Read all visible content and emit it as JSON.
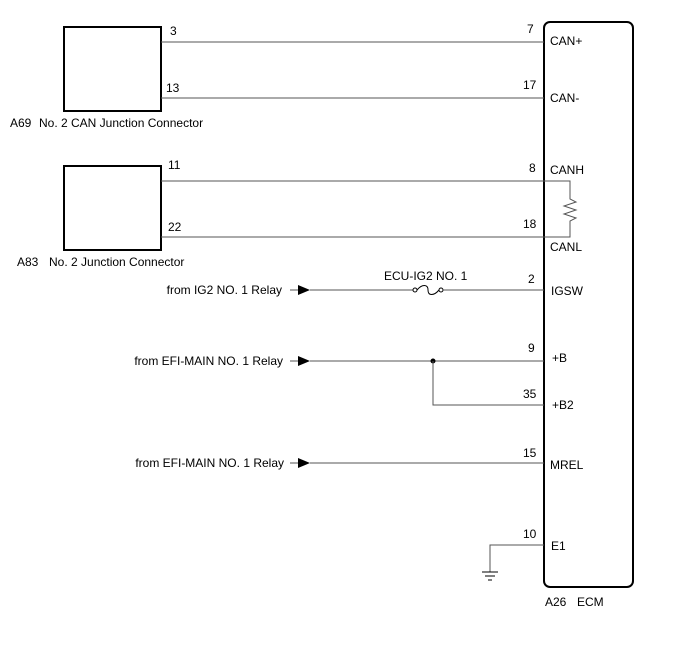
{
  "connectors": {
    "a69": {
      "code": "A69",
      "name": "No. 2 CAN Junction Connector",
      "pin_top": "3",
      "pin_bottom": "13"
    },
    "a83": {
      "code": "A83",
      "name": "No. 2 Junction Connector",
      "pin_top": "11",
      "pin_bottom": "22"
    }
  },
  "ecm": {
    "code": "A26",
    "name": "ECM",
    "pins": {
      "can_plus": {
        "num": "7",
        "label": "CAN+"
      },
      "can_minus": {
        "num": "17",
        "label": "CAN-"
      },
      "canh": {
        "num": "8",
        "label": "CANH"
      },
      "canl": {
        "num": "18",
        "label": "CANL"
      },
      "igsw": {
        "num": "2",
        "label": "IGSW"
      },
      "b": {
        "num": "9",
        "label": "+B"
      },
      "b2": {
        "num": "35",
        "label": "+B2"
      },
      "mrel": {
        "num": "15",
        "label": "MREL"
      },
      "e1": {
        "num": "10",
        "label": "E1"
      }
    }
  },
  "fuse": {
    "label": "ECU-IG2 NO. 1"
  },
  "sources": {
    "igsw": "from IG2 NO. 1 Relay",
    "b": "from EFI-MAIN NO. 1 Relay",
    "mrel": "from EFI-MAIN NO. 1 Relay"
  }
}
